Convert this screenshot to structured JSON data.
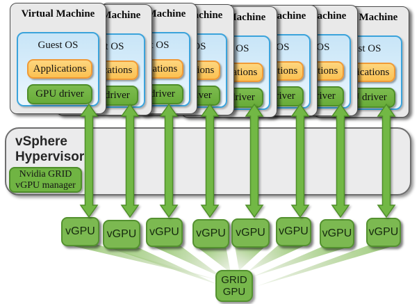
{
  "vm": {
    "count": 8,
    "title": "Virtual Machine",
    "guest_os": "Guest OS",
    "applications": "Applications",
    "gpu_driver": "GPU driver"
  },
  "hypervisor": {
    "title_line1": "vSphere",
    "title_line2": "Hypervisor",
    "manager_line1": "Nvidia GRID",
    "manager_line2": "vGPU manager"
  },
  "vgpu": {
    "count": 8,
    "label": "vGPU"
  },
  "grid_gpu": {
    "line1": "GRID",
    "line2": "GPU"
  },
  "colors": {
    "green_fill": "#72B845",
    "green_border": "#4E8E28",
    "orange_fill": "#FBC45C",
    "orange_border": "#F09A36",
    "blue_fill": "#CFE8F9",
    "blue_border": "#3BA3DB",
    "vm_gray": "#E9E9E9",
    "hypervisor_gray": "#EBEBEC"
  }
}
